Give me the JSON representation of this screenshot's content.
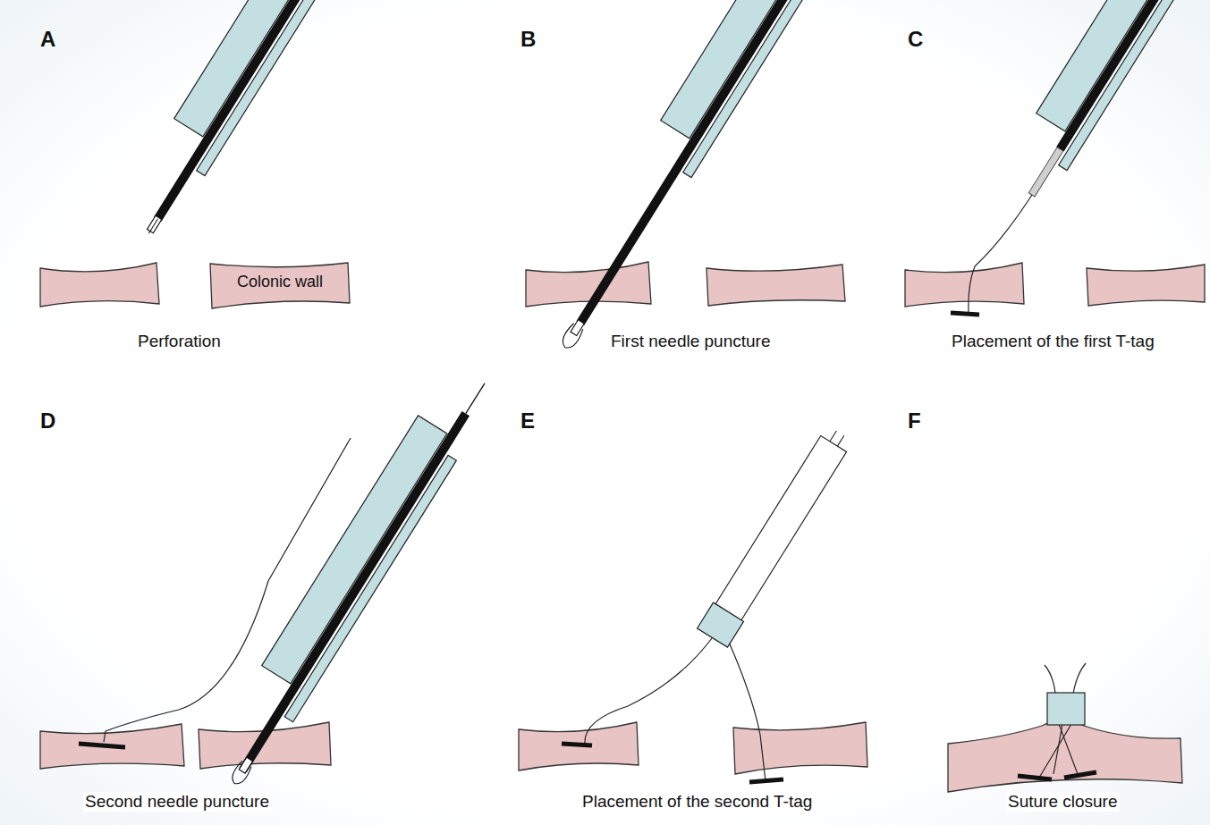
{
  "diagram": {
    "nodes": [
      {
        "text": [
          "Colonic wall"
        ]
      }
    ],
    "labels": [
      "A",
      "Perforation",
      "B",
      "First needle puncture",
      "C",
      "Placement of the first T-tag",
      "D",
      "Second needle puncture",
      "E",
      "Placement of the second T-tag",
      "F",
      "Suture closure"
    ]
  }
}
